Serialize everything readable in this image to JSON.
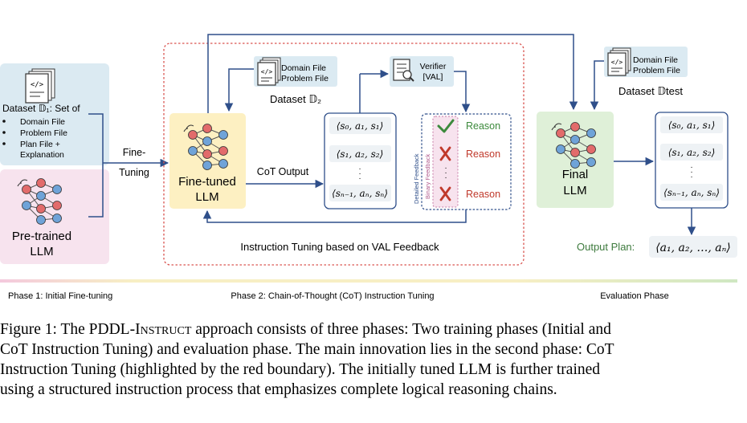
{
  "phase1": {
    "dataset_title": "Dataset 𝔻₁: Set of",
    "dataset_items": [
      "Domain File",
      "Problem File",
      "Plan File +",
      "Explanation"
    ],
    "pretrained_label_1": "Pre-trained",
    "pretrained_label_2": "LLM",
    "finetuning_1": "Fine-",
    "finetuning_2": "Tuning",
    "phase_label": "Phase 1: Initial Fine-tuning"
  },
  "phase2": {
    "doc_line_1": "Domain File",
    "doc_line_2": "Problem File",
    "dataset_label": "Dataset 𝔻₂",
    "verifier_1": "Verifier",
    "verifier_2": "[VAL]",
    "finetuned_1": "Fine-tuned",
    "finetuned_2": "LLM",
    "cot_output": "CoT Output",
    "states": [
      "⟨s₀, a₁, s₁⟩",
      "⟨s₁, a₂, s₂⟩",
      "⟨sₙ₋₁, aₙ, sₙ⟩"
    ],
    "dots": "·",
    "reason": "Reason",
    "detailed_feedback": "Detailed Feedback",
    "binary_feedback": "Binary Feedback",
    "instruction_tuning": "Instruction Tuning based on VAL Feedback",
    "phase_label": "Phase 2: Chain-of-Thought (CoT) Instruction Tuning"
  },
  "eval": {
    "doc_line_1": "Domain File",
    "doc_line_2": "Problem File",
    "dataset_label": "Dataset 𝔻test",
    "final_1": "Final",
    "final_2": "LLM",
    "states": [
      "⟨s₀, a₁, s₁⟩",
      "⟨s₁, a₂, s₂⟩",
      "⟨sₙ₋₁, aₙ, sₙ⟩"
    ],
    "output_plan_label": "Output Plan:",
    "output_plan_value": "⟨a₁, a₂, …, aₙ⟩",
    "phase_label": "Evaluation Phase"
  },
  "caption": {
    "part1": "Figure 1: The PDDL-",
    "smallcaps": "Instruct",
    "part2": " approach consists of three phases: Two training phases (Initial and\nCoT Instruction Tuning) and evaluation phase. The main innovation lies in the second phase: CoT\nInstruction Tuning (highlighted by the red boundary).  The initially tuned LLM is further trained\nusing a structured instruction process that emphasizes complete logical reasoning chains."
  },
  "colors": {
    "arrow": "#2f4f8a",
    "red_boundary": "#d9534f",
    "blue_panel": "#dbeaf2",
    "pink_panel": "#f7e3ee",
    "yellow_box": "#fdf0c2",
    "green_box": "#dff0d8",
    "check": "#3c8a3c",
    "cross": "#c0392b",
    "output_green": "#3d7a3d"
  }
}
